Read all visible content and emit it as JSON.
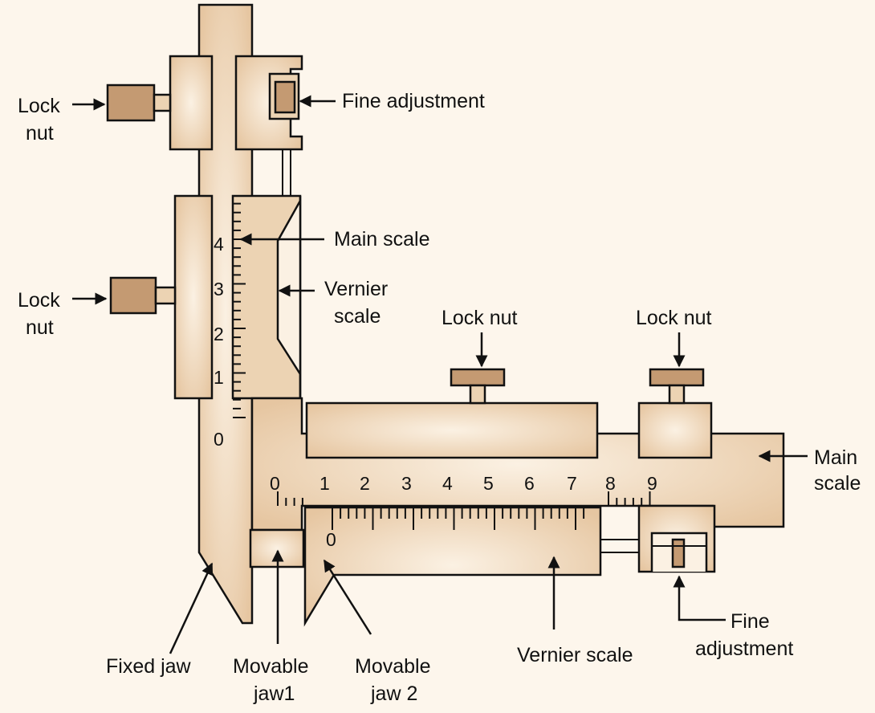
{
  "labels": {
    "lock_nut_upper_left": [
      "Lock",
      "nut"
    ],
    "lock_nut_middle_left": [
      "Lock",
      "nut"
    ],
    "fine_adjustment_top": "Fine adjustment",
    "main_scale_vertical": "Main scale",
    "vernier_scale_vertical": [
      "Vernier",
      "scale"
    ],
    "lock_nut_horizontal_left": "Lock nut",
    "lock_nut_horizontal_right": "Lock nut",
    "main_scale_horizontal": [
      "Main",
      "scale"
    ],
    "fine_adjustment_bottom": [
      "Fine",
      "adjustment"
    ],
    "fixed_jaw": "Fixed jaw",
    "movable_jaw1": [
      "Movable",
      "jaw1"
    ],
    "movable_jaw2": [
      "Movable",
      "jaw 2"
    ],
    "vernier_scale_horizontal": "Vernier scale"
  },
  "vertical_main_scale_numbers": [
    "0",
    "1",
    "2",
    "3",
    "4"
  ],
  "horizontal_main_scale_numbers": [
    "0",
    "1",
    "2",
    "3",
    "4",
    "5",
    "6",
    "7",
    "8",
    "9"
  ],
  "vernier_zero": "0",
  "colors": {
    "body": "#ecd3b3",
    "body_highlight": "#fbf1e3",
    "lock_nut": "#c49a72",
    "outline": "#111111",
    "background": "#fdf6ec"
  }
}
